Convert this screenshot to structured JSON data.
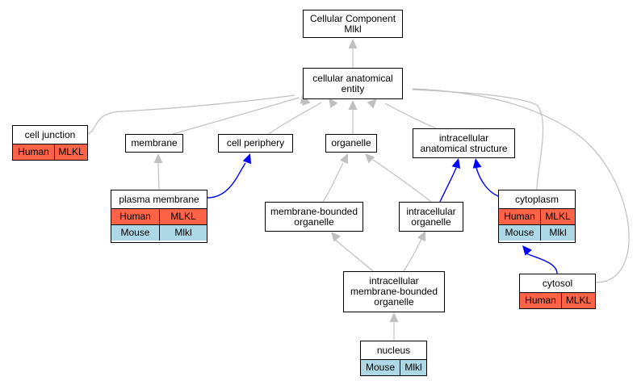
{
  "colors": {
    "human": "#ff6347",
    "mouse": "#add8e6",
    "edge_gray": "#c0c0c0",
    "edge_blue": "#0000ff"
  },
  "nodes": {
    "root": {
      "label": "Cellular Component\nMlkl"
    },
    "cae": {
      "label": "cellular anatomical\nentity"
    },
    "cell_junction": {
      "label": "cell junction",
      "rows": [
        [
          "Human",
          "MLKL"
        ]
      ]
    },
    "membrane": {
      "label": "membrane"
    },
    "cell_periphery": {
      "label": "cell periphery"
    },
    "organelle": {
      "label": "organelle"
    },
    "ias": {
      "label": "intracellular\nanatomical structure"
    },
    "plasma_membrane": {
      "label": "plasma membrane",
      "rows": [
        [
          "Human",
          "MLKL"
        ],
        [
          "Mouse",
          "Mlkl"
        ]
      ]
    },
    "mbo": {
      "label": "membrane-bounded\norganelle"
    },
    "io": {
      "label": "intracellular\norganelle"
    },
    "cytoplasm": {
      "label": "cytoplasm",
      "rows": [
        [
          "Human",
          "MLKL"
        ],
        [
          "Mouse",
          "Mlkl"
        ]
      ]
    },
    "cytosol": {
      "label": "cytosol",
      "rows": [
        [
          "Human",
          "MLKL"
        ]
      ]
    },
    "imbo": {
      "label": "intracellular\nmembrane-bounded\norganelle"
    },
    "nucleus": {
      "label": "nucleus",
      "rows": [
        [
          "Mouse",
          "Mlkl"
        ]
      ]
    }
  },
  "edges": [
    {
      "from": "cae",
      "to": "root",
      "color": "gray"
    },
    {
      "from": "cell_junction",
      "to": "cae",
      "color": "gray"
    },
    {
      "from": "membrane",
      "to": "cae",
      "color": "gray"
    },
    {
      "from": "cell_periphery",
      "to": "cae",
      "color": "gray"
    },
    {
      "from": "organelle",
      "to": "cae",
      "color": "gray"
    },
    {
      "from": "ias",
      "to": "cae",
      "color": "gray"
    },
    {
      "from": "cytoplasm",
      "to": "cae",
      "color": "gray"
    },
    {
      "from": "cytosol",
      "to": "cae",
      "color": "gray"
    },
    {
      "from": "plasma_membrane",
      "to": "membrane",
      "color": "gray"
    },
    {
      "from": "plasma_membrane",
      "to": "cell_periphery",
      "color": "blue"
    },
    {
      "from": "mbo",
      "to": "organelle",
      "color": "gray"
    },
    {
      "from": "io",
      "to": "organelle",
      "color": "gray"
    },
    {
      "from": "io",
      "to": "ias",
      "color": "blue"
    },
    {
      "from": "cytoplasm",
      "to": "ias",
      "color": "blue"
    },
    {
      "from": "cytosol",
      "to": "cytoplasm",
      "color": "blue"
    },
    {
      "from": "imbo",
      "to": "mbo",
      "color": "gray"
    },
    {
      "from": "imbo",
      "to": "io",
      "color": "gray"
    },
    {
      "from": "nucleus",
      "to": "imbo",
      "color": "gray"
    }
  ]
}
